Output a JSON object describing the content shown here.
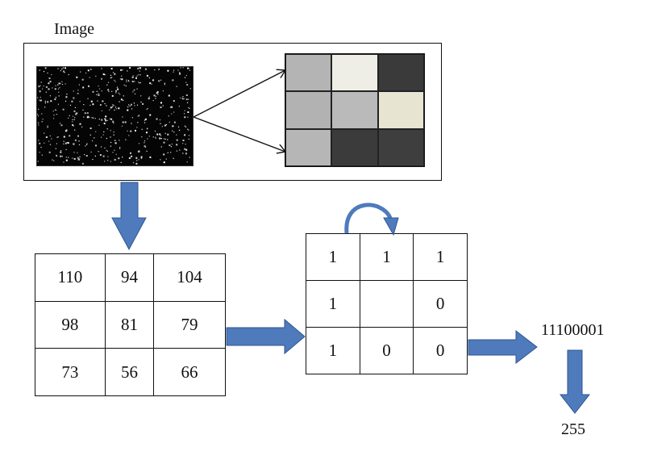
{
  "image_label": "Image",
  "sample_cells": [
    "#b4b4b4",
    "#efeee6",
    "#3a3a3a",
    "#b2b2b2",
    "#bababa",
    "#e7e4d2",
    "#b6b6b6",
    "#3b3b3b",
    "#3e3e3e"
  ],
  "pixel_grid": [
    [
      "110",
      "94",
      "104"
    ],
    [
      "98",
      "81",
      "79"
    ],
    [
      "73",
      "56",
      "66"
    ]
  ],
  "binary_grid": [
    [
      "1",
      "1",
      "1"
    ],
    [
      "1",
      "",
      "0"
    ],
    [
      "1",
      "0",
      "0"
    ]
  ],
  "binary_code": "11100001",
  "decimal_value": "255",
  "colors": {
    "arrow_fill": "#4f7bbd",
    "arrow_stroke": "#2e5591",
    "line": "#111111"
  }
}
